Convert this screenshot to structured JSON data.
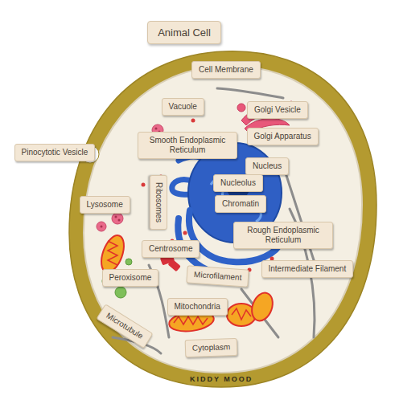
{
  "diagram": {
    "title": "Animal Cell",
    "nodes": [
      {
        "text": [
          "Cell Membrane"
        ]
      },
      {
        "text": [
          "Vacuole"
        ]
      },
      {
        "text": [
          "Golgi Vesicle"
        ]
      },
      {
        "text": [
          "Golgi Apparatus"
        ]
      },
      {
        "text": [
          "Smooth Endoplasmic Reticulum"
        ]
      },
      {
        "text": [
          "Pinocytotic Vesicle"
        ]
      },
      {
        "text": [
          "Nucleus"
        ]
      },
      {
        "text": [
          "Nucleolus"
        ]
      },
      {
        "text": [
          "Ribosomes"
        ]
      },
      {
        "text": [
          "Chromatin"
        ]
      },
      {
        "text": [
          "Lysosome"
        ]
      },
      {
        "text": [
          "Rough Endoplasmic Reticulum"
        ]
      },
      {
        "text": [
          "Centrosome"
        ]
      },
      {
        "text": [
          "Intermediate Filament"
        ]
      },
      {
        "text": [
          "Microfilament"
        ]
      },
      {
        "text": [
          "Peroxisome"
        ]
      },
      {
        "text": [
          "Mitochondria"
        ]
      },
      {
        "text": [
          "Microtubule"
        ]
      },
      {
        "text": [
          "Cytoplasm"
        ]
      }
    ],
    "labels": [
      "KIDDY MOOD"
    ]
  }
}
